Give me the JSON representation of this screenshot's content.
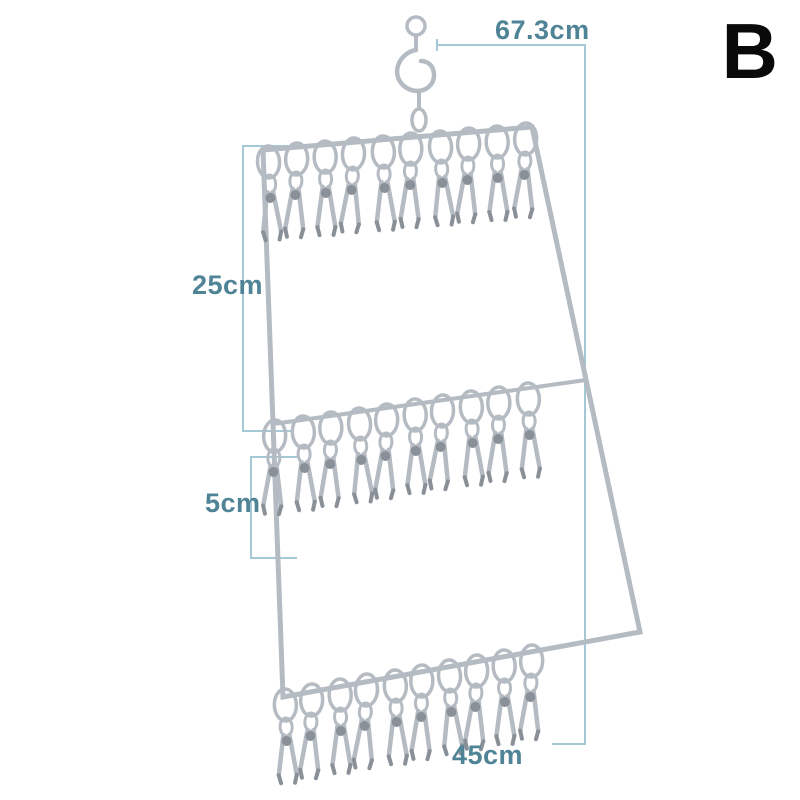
{
  "variant_label": "B",
  "labels": {
    "total_height": "67.3cm",
    "section_height": "25cm",
    "clip_spacing": "5cm",
    "width": "45cm"
  },
  "colors": {
    "background": "#ffffff",
    "dimension_line": "#a5c8d6",
    "dimension_text": "#4f8496",
    "hanger_metal": "#b5bbc2",
    "hanger_metal_dark": "#8a9097",
    "variant_text": "#0a0a0a"
  },
  "illustration": {
    "clip_rows": 3,
    "clips_per_row": 10
  }
}
